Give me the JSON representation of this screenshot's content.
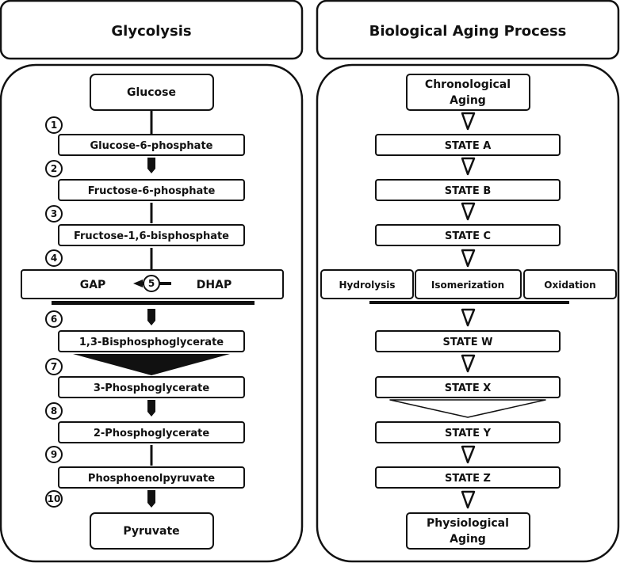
{
  "glycolysis": {
    "title": "Glycolysis",
    "start": "Glucose",
    "end": "Pyruvate",
    "steps": [
      {
        "num": "1",
        "label": "Glucose-6-phosphate"
      },
      {
        "num": "2",
        "label": "Fructose-6-phosphate"
      },
      {
        "num": "3",
        "label": "Fructose-1,6-bisphosphate"
      },
      {
        "num": "4",
        "label": ""
      },
      {
        "num": "6",
        "label": "1,3-Bisphosphoglycerate"
      },
      {
        "num": "7",
        "label": "3-Phosphoglycerate"
      },
      {
        "num": "8",
        "label": "2-Phosphoglycerate"
      },
      {
        "num": "9",
        "label": "Phosphoenolpyruvate"
      },
      {
        "num": "10",
        "label": ""
      }
    ],
    "split": {
      "left": "GAP",
      "num": "5",
      "right": "DHAP"
    }
  },
  "aging": {
    "title": "Biological Aging Process",
    "start": [
      "Chronological",
      "Aging"
    ],
    "end": [
      "Physiological",
      "Aging"
    ],
    "states": [
      "STATE A",
      "STATE B",
      "STATE C",
      "STATE W",
      "STATE X",
      "STATE Y",
      "STATE Z"
    ],
    "processes": [
      "Hydrolysis",
      "Isomerization",
      "Oxidation"
    ]
  },
  "colors": {
    "stroke": "#111111",
    "fill": "#ffffff"
  }
}
